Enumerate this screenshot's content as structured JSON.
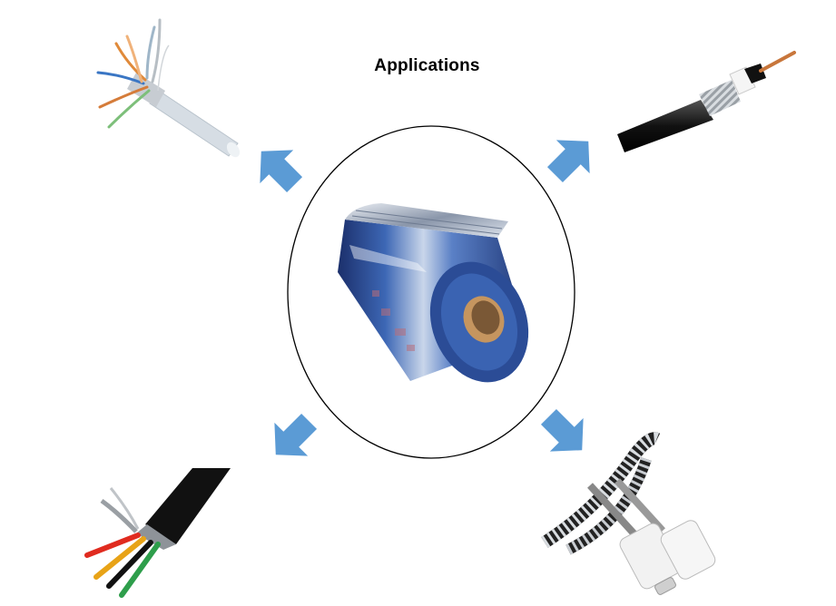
{
  "title": "Applications",
  "colors": {
    "arrow_fill": "#5b9bd5",
    "foil_blue": "#2e4f9a",
    "core": "#b8895a",
    "cable_black": "#1a1a1a",
    "cable_gray": "#d7dde3"
  },
  "center_item": "aluminum-foil-tape-roll",
  "applications": [
    {
      "position": "top-left",
      "item": "lan-network-cable"
    },
    {
      "position": "top-right",
      "item": "coaxial-cable"
    },
    {
      "position": "bottom-left",
      "item": "multicore-shielded-cable"
    },
    {
      "position": "bottom-right",
      "item": "usb-charging-cable"
    }
  ]
}
